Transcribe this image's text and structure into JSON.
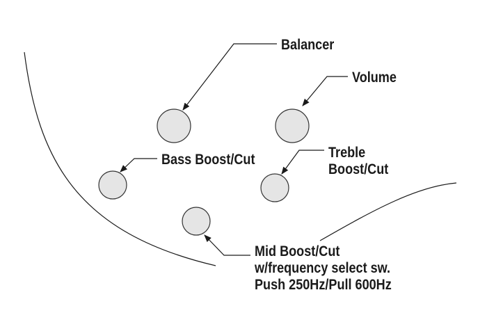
{
  "colors": {
    "knob_fill": "#e5e5e5",
    "knob_stroke": "#333333",
    "line": "#1a1a1a",
    "text": "#1a1a1a"
  },
  "labels": {
    "balancer": "Balancer",
    "volume": "Volume",
    "bass": "Bass Boost/Cut",
    "treble_line1": "Treble",
    "treble_line2": "Boost/Cut",
    "mid_line1": "Mid Boost/Cut",
    "mid_line2": "w/frequency select sw.",
    "mid_line3": "Push 250Hz/Pull 600Hz"
  }
}
